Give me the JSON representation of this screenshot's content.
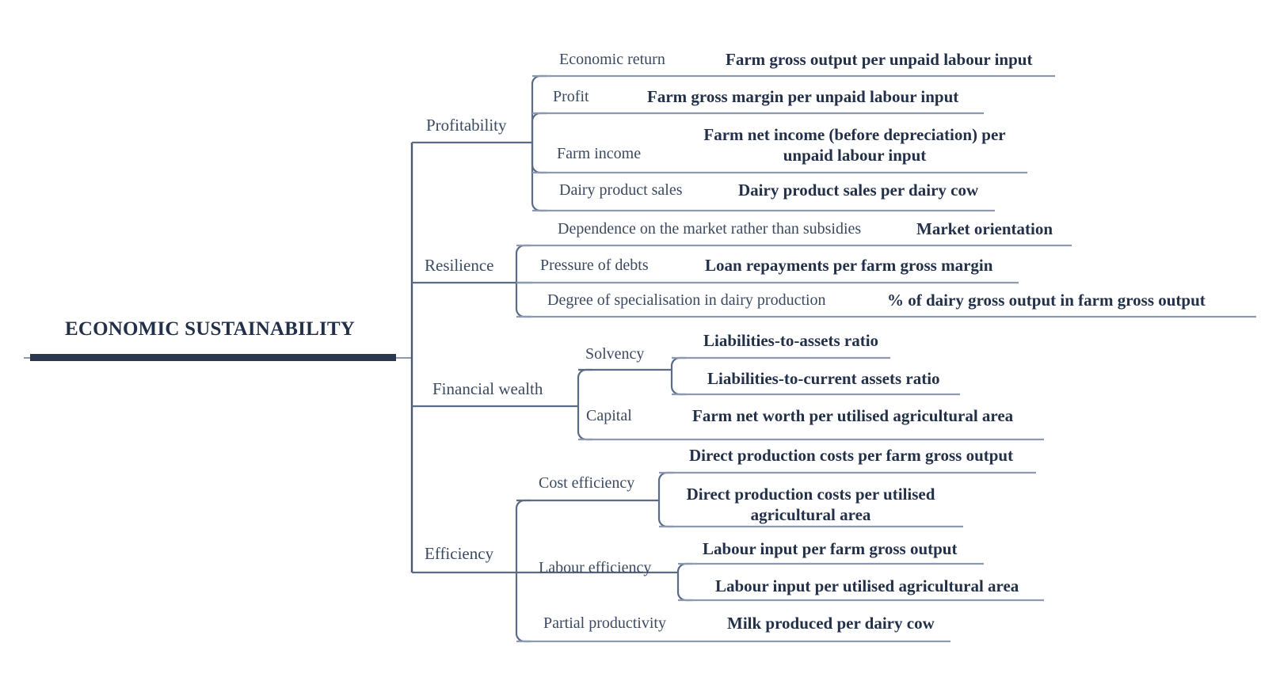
{
  "diagram": {
    "type": "tree",
    "title": "ECONOMIC SUSTAINABILITY",
    "accent_color": "#2b374f",
    "line_color": "#5b6b86",
    "text_color": "#233049",
    "branches": [
      {
        "name": "Profitability",
        "themes": [
          {
            "name": "Economic return",
            "indicators": [
              "Farm gross output per unpaid labour input"
            ]
          },
          {
            "name": "Profit",
            "indicators": [
              "Farm gross margin per unpaid labour input"
            ]
          },
          {
            "name": "Farm income",
            "indicators": [
              "Farm net income (before depreciation) per unpaid labour input"
            ]
          },
          {
            "name": "Dairy product sales",
            "indicators": [
              "Dairy product sales per dairy cow"
            ]
          }
        ]
      },
      {
        "name": "Resilience",
        "themes": [
          {
            "name": "Dependence on the market rather than subsidies",
            "indicators": [
              "Market orientation"
            ]
          },
          {
            "name": "Pressure of debts",
            "indicators": [
              "Loan repayments per farm gross margin"
            ]
          },
          {
            "name": "Degree of specialisation in dairy production",
            "indicators": [
              "% of dairy gross output in farm gross output"
            ]
          }
        ]
      },
      {
        "name": "Financial wealth",
        "themes": [
          {
            "name": "Solvency",
            "indicators": [
              "Liabilities-to-assets ratio",
              "Liabilities-to-current assets ratio"
            ]
          },
          {
            "name": "Capital",
            "indicators": [
              "Farm net worth per utilised agricultural area"
            ]
          }
        ]
      },
      {
        "name": "Efficiency",
        "themes": [
          {
            "name": "Cost efficiency",
            "indicators": [
              "Direct production costs per farm gross output",
              "Direct production costs per utilised agricultural area"
            ]
          },
          {
            "name": "Labour efficiency",
            "indicators": [
              "Labour input per farm gross output",
              "Labour input per utilised agricultural area"
            ]
          },
          {
            "name": "Partial productivity",
            "indicators": [
              "Milk produced per dairy cow"
            ]
          }
        ]
      }
    ]
  },
  "labels": {
    "root": "ECONOMIC SUSTAINABILITY",
    "b0": "Profitability",
    "b0t0": "Economic return",
    "b0t1": "Profit",
    "b0t2": "Farm income",
    "b0t3": "Dairy product sales",
    "b0i0": "Farm gross output per unpaid labour input",
    "b0i1": "Farm gross margin per unpaid labour input",
    "b0i2": "Farm net income (before depreciation) per unpaid labour input",
    "b0i3": "Dairy product sales per dairy cow",
    "b1": "Resilience",
    "b1t0": "Dependence on the market rather than subsidies",
    "b1t1": "Pressure of debts",
    "b1t2": "Degree of specialisation in dairy production",
    "b1i0": "Market orientation",
    "b1i1": "Loan repayments per farm gross margin",
    "b1i2": "% of dairy gross output in farm gross output",
    "b2": "Financial wealth",
    "b2t0": "Solvency",
    "b2t1": "Capital",
    "b2i0": "Liabilities-to-assets ratio",
    "b2i1": "Liabilities-to-current assets ratio",
    "b2i2": "Farm net worth per utilised agricultural area",
    "b3": "Efficiency",
    "b3t0": "Cost efficiency",
    "b3t1": "Labour efficiency",
    "b3t2": "Partial productivity",
    "b3i0": "Direct production costs per farm gross output",
    "b3i1": "Direct production costs per utilised agricultural area",
    "b3i2": "Labour input per farm gross output",
    "b3i3": "Labour input per utilised agricultural area",
    "b3i4": "Milk produced per dairy cow"
  }
}
